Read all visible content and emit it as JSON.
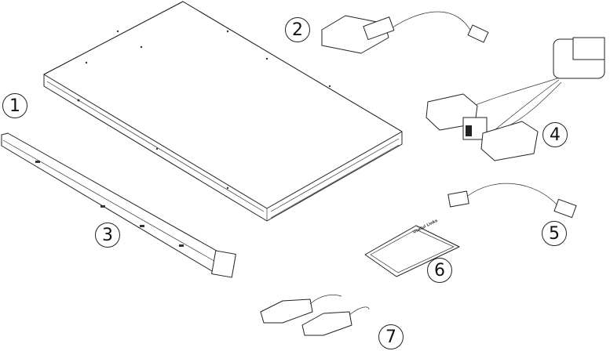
{
  "callouts": [
    "1",
    "2",
    "3",
    "4",
    "5",
    "6",
    "7"
  ],
  "items": {
    "switch_chassis": "1",
    "console_adapter_cable": "2",
    "rack_rail": "3",
    "breakout_cable": "4",
    "rj45_cable": "5",
    "document_card": "6",
    "transceiver_cables": "7"
  },
  "card_label": "Useful Links"
}
